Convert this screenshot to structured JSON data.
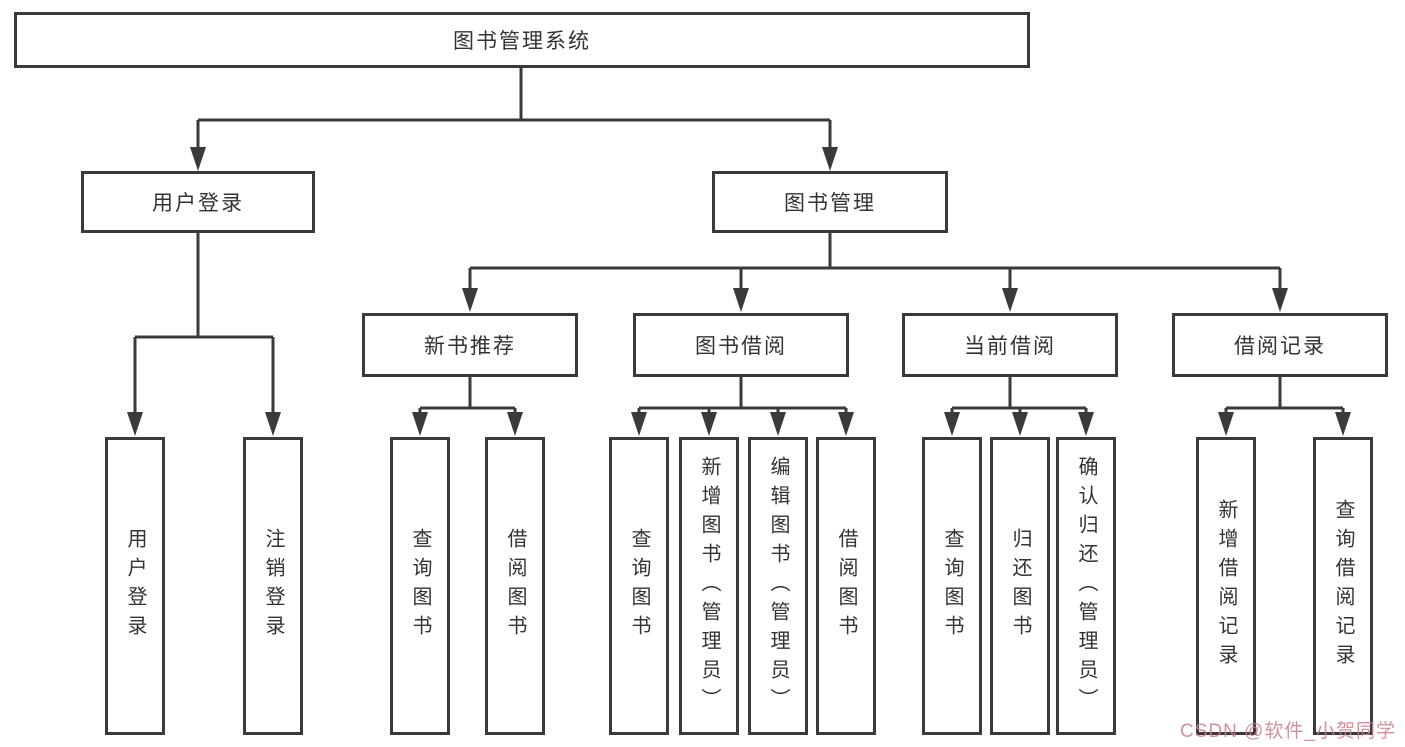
{
  "diagram": {
    "root": {
      "label": "图书管理系统"
    },
    "level2": [
      {
        "label": "用户登录"
      },
      {
        "label": "图书管理"
      }
    ],
    "level3": [
      {
        "label": "新书推荐"
      },
      {
        "label": "图书借阅"
      },
      {
        "label": "当前借阅"
      },
      {
        "label": "借阅记录"
      }
    ],
    "leaves": [
      {
        "label": "用户登录"
      },
      {
        "label": "注销登录"
      },
      {
        "label": "查询图书"
      },
      {
        "label": "借阅图书"
      },
      {
        "label": "查询图书"
      },
      {
        "label": "新增图书（管理员）"
      },
      {
        "label": "编辑图书（管理员）"
      },
      {
        "label": "借阅图书"
      },
      {
        "label": "查询图书"
      },
      {
        "label": "归还图书"
      },
      {
        "label": "确认归还（管理员）"
      },
      {
        "label": "新增借阅记录"
      },
      {
        "label": "查询借阅记录"
      }
    ]
  },
  "watermark": {
    "text": "CSDN @软件_小贺同学"
  },
  "colors": {
    "line": "#3a3a3a",
    "text": "#333333",
    "background": "#ffffff",
    "watermark": "#c97c88"
  }
}
